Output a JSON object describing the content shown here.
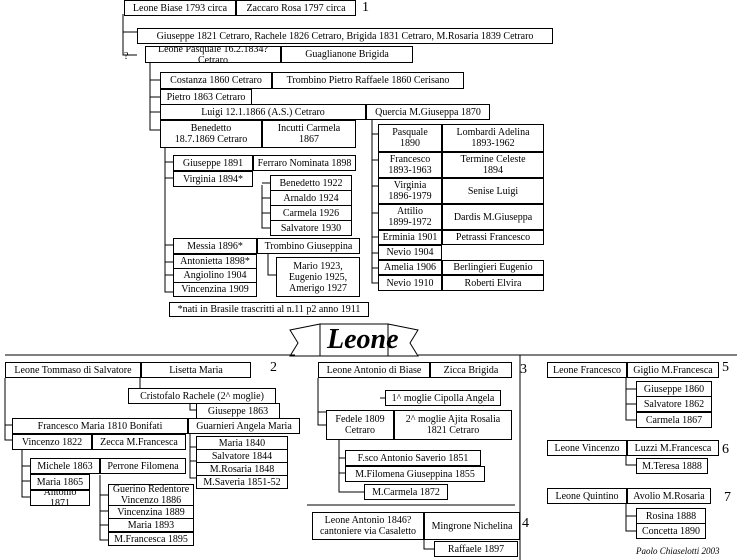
{
  "diagram": {
    "title": "Leone",
    "credit": "Paolo Chiaselotti 2003",
    "note": "*nati in Brasile trascritti al n.11 p2 anno 1911",
    "question_mark": "?",
    "generation_numbers": [
      "1",
      "2",
      "3",
      "4",
      "5",
      "6",
      "7"
    ],
    "boxes": {
      "b1": "Leone Biase 1793 circa",
      "b2": "Zaccaro Rosa 1797 circa",
      "b3": "Giuseppe 1821 Cetraro, Rachele 1826 Cetraro, Brigida 1831 Cetraro, M.Rosaria 1839 Cetraro",
      "b4": "Leone Pasquale 16.2.1834? Cetraro",
      "b5": "Guaglianone Brigida",
      "b6": "Costanza 1860 Cetraro",
      "b7": "Trombino Pietro Raffaele 1860 Cerisano",
      "b8": "Pietro 1863 Cetraro",
      "b9": "Luigi 12.1.1866 (A.S.) Cetraro",
      "b10": "Quercia M.Giuseppa 1870",
      "b11": "Benedetto\n18.7.1869 Cetraro",
      "b12": "Incutti Carmela\n1867",
      "b13": "Pasquale\n1890",
      "b14": "Lombardi Adelina\n1893-1962",
      "b15": "Francesco\n1893-1963",
      "b16": "Termine Celeste\n1894",
      "b17": "Virginia\n1896-1979",
      "b18": "Senise Luigi",
      "b19": "Attilio\n1899-1972",
      "b20": "Dardis M.Giuseppa",
      "b21": "Erminia 1901",
      "b22": "Petrassi Francesco",
      "b23": "Nevio 1904",
      "b24": "Amelia 1906",
      "b25": "Berlingieri Eugenio",
      "b26": "Nevio 1910",
      "b27": "Roberti Elvira",
      "b28": "Giuseppe 1891",
      "b29": "Ferraro Nominata 1898",
      "b30": "Virginia 1894*",
      "b31": "Benedetto 1922",
      "b32": "Arnaldo 1924",
      "b33": "Carmela 1926",
      "b34": "Salvatore 1930",
      "b35": "Messia 1896*",
      "b36": "Trombino Giuseppina",
      "b37": "Antonietta 1898*",
      "b38": "Angiolino 1904",
      "b39": "Vincenzina 1909",
      "b40": "Mario 1923,\nEugenio 1925,\nAmerigo 1927",
      "g2a": "Leone Tommaso di Salvatore",
      "g2b": "Lisetta Maria",
      "g2c": "Cristofalo Rachele (2^ moglie)",
      "g2d": "Giuseppe 1863",
      "g2e": "Francesco Maria 1810 Bonifati",
      "g2f": "Guarnieri Angela Maria",
      "g2g": "Vincenzo 1822",
      "g2h": "Zecca M.Francesca",
      "g2i": "Maria 1840",
      "g2j": "Salvatore 1844",
      "g2k": "M.Rosaria 1848",
      "g2l": "M.Saveria 1851-52",
      "g2m": "Michele 1863",
      "g2n": "Perrone Filomena",
      "g2o": "Maria 1865",
      "g2p": "Antonio 1871",
      "g2q": "Guerino Redentore\nVincenzo 1886",
      "g2r": "Vincenzina 1889",
      "g2s": "Maria 1893",
      "g2t": "M.Francesca 1895",
      "g3a": "Leone Antonio di Biase",
      "g3b": "Zicca Brigida",
      "g3c": "1^ moglie Cipolla Angela",
      "g3d": "Fedele 1809\nCetraro",
      "g3e": "2^ moglie Ajita Rosalia\n1821 Cetraro",
      "g3f": "F.sco Antonio Saverio 1851",
      "g3g": "M.Filomena Giuseppina 1855",
      "g3h": "M.Carmela 1872",
      "g4a": "Leone Antonio 1846?\ncantoniere via Casaletto",
      "g4b": "Mingrone Nichelina",
      "g4c": "Raffaele 1897",
      "g5a": "Leone Francesco",
      "g5b": "Giglio M.Francesca",
      "g5c": "Giuseppe 1860",
      "g5d": "Salvatore 1862",
      "g5e": "Carmela 1867",
      "g6a": "Leone Vincenzo",
      "g6b": "Luzzi M.Francesca",
      "g6c": "M.Teresa 1888",
      "g7a": "Leone Quintino",
      "g7b": "Avolio M.Rosaria",
      "g7c": "Rosina 1888",
      "g7d": "Concetta 1890"
    }
  }
}
